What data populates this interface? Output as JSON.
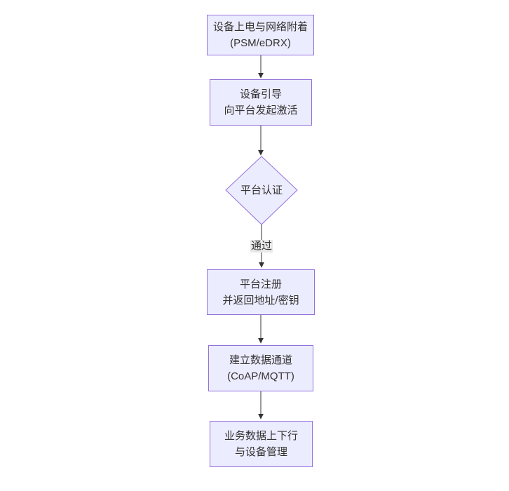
{
  "diagram": {
    "type": "flowchart",
    "direction": "top-down",
    "colors": {
      "background": "#ffffff",
      "node_fill": "#ECECFF",
      "node_border": "#9370DB",
      "edge_line": "#333333",
      "text": "#333333",
      "edge_label_bg": "#e8e8e8"
    },
    "nodes": [
      {
        "id": "power-on-attach",
        "shape": "rectangle",
        "lines": [
          "设备上电与网络附着",
          "(PSM/eDRX)"
        ]
      },
      {
        "id": "bootstrap",
        "shape": "rectangle",
        "lines": [
          "设备引导",
          "向平台发起激活"
        ]
      },
      {
        "id": "platform-auth",
        "shape": "diamond",
        "lines": [
          "平台认证"
        ]
      },
      {
        "id": "platform-register",
        "shape": "rectangle",
        "lines": [
          "平台注册",
          "并返回地址/密钥"
        ]
      },
      {
        "id": "data-channel",
        "shape": "rectangle",
        "lines": [
          "建立数据通道",
          "(CoAP/MQTT)"
        ]
      },
      {
        "id": "business-data",
        "shape": "rectangle",
        "lines": [
          "业务数据上下行",
          "与设备管理"
        ]
      }
    ],
    "edges": [
      {
        "from": "power-on-attach",
        "to": "bootstrap",
        "label": ""
      },
      {
        "from": "bootstrap",
        "to": "platform-auth",
        "label": ""
      },
      {
        "from": "platform-auth",
        "to": "platform-register",
        "label": "通过"
      },
      {
        "from": "platform-register",
        "to": "data-channel",
        "label": ""
      },
      {
        "from": "data-channel",
        "to": "business-data",
        "label": ""
      }
    ]
  }
}
